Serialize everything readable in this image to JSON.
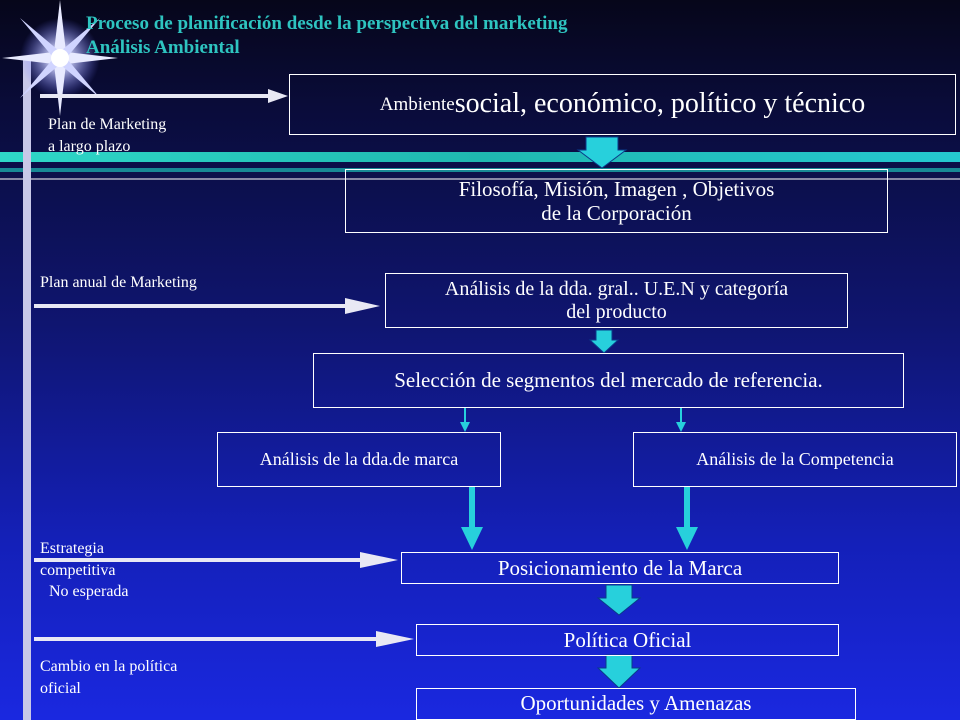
{
  "title": {
    "line1": "Proceso de planificación desde la perspectiva del  marketing",
    "line2": "Análisis Ambiental"
  },
  "side_labels": {
    "long_term_line1": "Plan de Marketing",
    "long_term_line2": "a largo plazo",
    "annual": "Plan anual de Marketing",
    "strategy_line1": "Estrategia",
    "strategy_line2": "competitiva",
    "strategy_line3": "No esperada",
    "policy_line1": "Cambio en la política",
    "policy_line2": "oficial"
  },
  "boxes": {
    "ambiente_small": "Ambiente ",
    "ambiente_large": "social, económico, político y técnico",
    "filosofia_line1": "Filosofía, Misión, Imagen , Objetivos",
    "filosofia_line2": "de la Corporación",
    "analisis_dda_line1": "Análisis de la dda. gral.. U.E.N y categoría",
    "analisis_dda_line2": "del producto",
    "seleccion": "Selección de segmentos del mercado de referencia.",
    "dda_marca": "Análisis de la dda.de marca",
    "competencia": "Análisis de la Competencia",
    "posicionamiento": "Posicionamiento de la Marca",
    "politica": "Política Oficial",
    "oportunidades": "Oportunidades y Amenazas"
  },
  "colors": {
    "accent_teal": "#2ec4c0",
    "arrow_fill": "#27d0dc"
  }
}
